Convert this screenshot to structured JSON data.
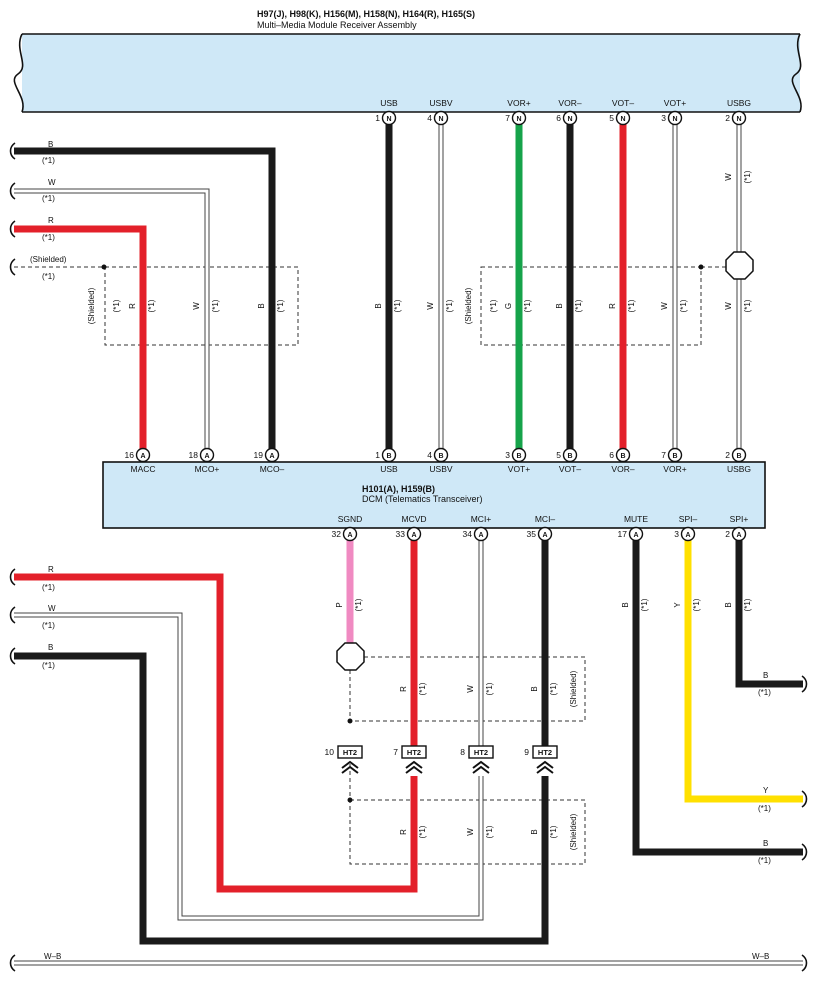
{
  "receiver": {
    "codes": "H97(J), H98(K), H156(M), H158(N), H164(R), H165(S)",
    "name": "Multi–Media Module Receiver Assembly"
  },
  "dcm": {
    "codes": "H101(A), H159(B)",
    "name": "DCM (Telematics Transceiver)"
  },
  "note": "(*1)",
  "shielded": "(Shielded)",
  "receiver_pins": [
    {
      "num": "1",
      "conn": "N",
      "sig": "USB"
    },
    {
      "num": "4",
      "conn": "N",
      "sig": "USBV"
    },
    {
      "num": "7",
      "conn": "N",
      "sig": "VOR+"
    },
    {
      "num": "6",
      "conn": "N",
      "sig": "VOR–"
    },
    {
      "num": "5",
      "conn": "N",
      "sig": "VOT–"
    },
    {
      "num": "3",
      "conn": "N",
      "sig": "VOT+"
    },
    {
      "num": "2",
      "conn": "N",
      "sig": "USBG"
    }
  ],
  "dcm_top_pins": [
    {
      "num": "16",
      "conn": "A",
      "sig": "MACC"
    },
    {
      "num": "18",
      "conn": "A",
      "sig": "MCO+"
    },
    {
      "num": "19",
      "conn": "A",
      "sig": "MCO–"
    },
    {
      "num": "1",
      "conn": "B",
      "sig": "USB"
    },
    {
      "num": "4",
      "conn": "B",
      "sig": "USBV"
    },
    {
      "num": "3",
      "conn": "B",
      "sig": "VOT+"
    },
    {
      "num": "5",
      "conn": "B",
      "sig": "VOT–"
    },
    {
      "num": "6",
      "conn": "B",
      "sig": "VOR–"
    },
    {
      "num": "7",
      "conn": "B",
      "sig": "VOR+"
    },
    {
      "num": "2",
      "conn": "B",
      "sig": "USBG"
    }
  ],
  "dcm_bottom_pins": [
    {
      "num": "32",
      "conn": "A",
      "sig": "SGND"
    },
    {
      "num": "33",
      "conn": "A",
      "sig": "MCVD"
    },
    {
      "num": "34",
      "conn": "A",
      "sig": "MCI+"
    },
    {
      "num": "35",
      "conn": "A",
      "sig": "MCI–"
    },
    {
      "num": "17",
      "conn": "A",
      "sig": "MUTE"
    },
    {
      "num": "3",
      "conn": "A",
      "sig": "SPI–"
    },
    {
      "num": "2",
      "conn": "A",
      "sig": "SPI+"
    }
  ],
  "ht2": [
    {
      "num": "10",
      "name": "HT2"
    },
    {
      "num": "7",
      "name": "HT2"
    },
    {
      "num": "8",
      "name": "HT2"
    },
    {
      "num": "9",
      "name": "HT2"
    }
  ],
  "left_top_wires": [
    "B",
    "W",
    "R",
    "(Shielded)"
  ],
  "left_bottom_wires": [
    "R",
    "W",
    "B"
  ],
  "right_wires": [
    "B",
    "Y",
    "B"
  ],
  "ground": {
    "left": "W–B",
    "right": "W–B"
  },
  "wire_codes": {
    "R": "R",
    "W": "W",
    "B": "B",
    "G": "G",
    "P": "P",
    "Y": "Y"
  },
  "colors": {
    "header_fill": "#cfe8f7",
    "black": "#1a1a1a",
    "red": "#e3202a",
    "green": "#16a34a",
    "pink": "#f08ac2",
    "yellow": "#ffe000",
    "white_wire": "#ffffff"
  }
}
